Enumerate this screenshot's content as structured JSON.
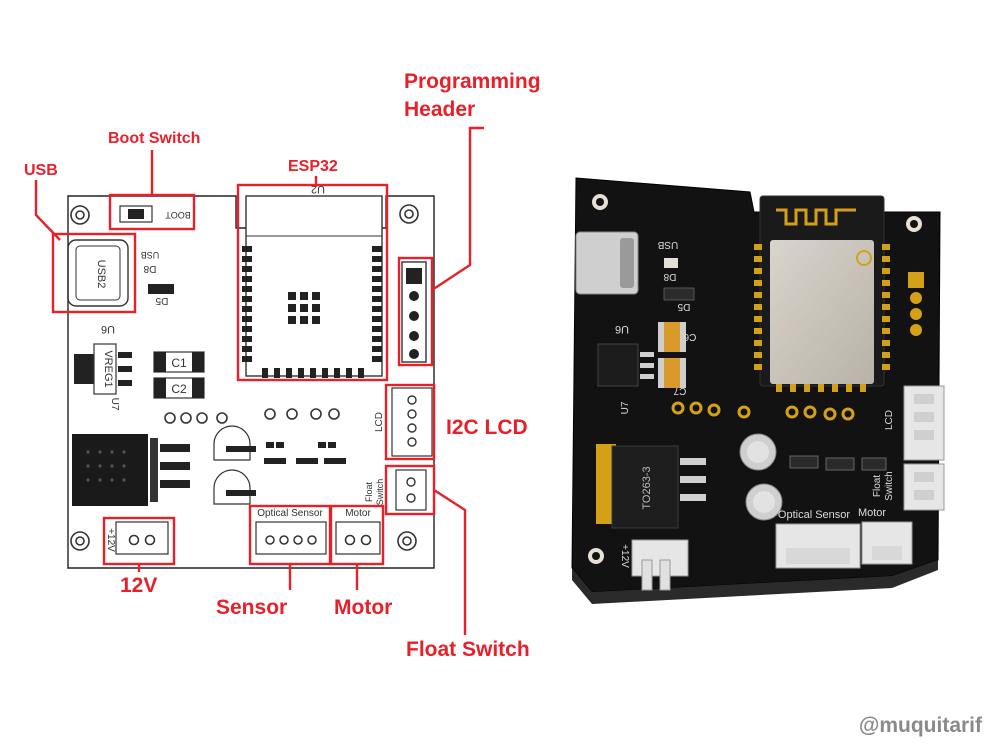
{
  "colors": {
    "callout": "#e8202a",
    "board_2d": "#ffffff",
    "board_3d": "#121212",
    "gold": "#d4a017",
    "watermark": "#8a8a8a"
  },
  "callouts": {
    "usb": "USB",
    "boot_switch": "Boot Switch",
    "esp32": "ESP32",
    "programming_header": [
      "Programming",
      "Header"
    ],
    "i2c_lcd": "I2C LCD",
    "v12": "12V",
    "sensor": "Sensor",
    "motor": "Motor",
    "float_switch": "Float Switch"
  },
  "silk_2d": {
    "boot": "BOOT",
    "u2": "U2",
    "usb": "USB",
    "usb2": "USB2",
    "d8": "D8",
    "d5": "D5",
    "u6": "U6",
    "c1": "C1",
    "c2": "C2",
    "vreg1": "VREG1",
    "u7": "U7",
    "lcd": "LCD",
    "float_switch": [
      "Float",
      "Switch"
    ],
    "plus12v": "+12V",
    "optical_sensor": "Optical Sensor",
    "motor": "Motor"
  },
  "silk_3d": {
    "usb": "USB",
    "d8": "D8",
    "d5": "D5",
    "u6": "U6",
    "c6": "C6",
    "c7": "C7",
    "u7": "U7",
    "to263": "TO263-3",
    "lcd": "LCD",
    "float_switch": [
      "Float",
      "Switch"
    ],
    "plus12v": "+12V",
    "optical_sensor": "Optical Sensor",
    "motor": "Motor"
  },
  "watermark": "@muquitarif"
}
